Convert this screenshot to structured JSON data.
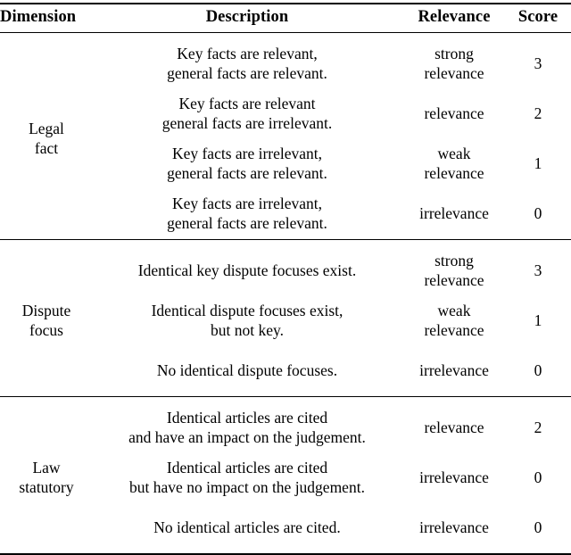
{
  "table": {
    "headers": {
      "dimension": "Dimension",
      "description": "Description",
      "relevance": "Relevance",
      "score": "Score"
    },
    "sections": [
      {
        "dimension": "Legal\nfact",
        "rows": [
          {
            "description": "Key facts are relevant,\ngeneral facts are relevant.",
            "relevance": "strong\nrelevance",
            "score": "3"
          },
          {
            "description": "Key facts are relevant\ngeneral facts are irrelevant.",
            "relevance": "relevance",
            "score": "2"
          },
          {
            "description": "Key facts are irrelevant,\ngeneral facts are relevant.",
            "relevance": "weak\nrelevance",
            "score": "1"
          },
          {
            "description": "Key facts are irrelevant,\ngeneral facts are relevant.",
            "relevance": "irrelevance",
            "score": "0"
          }
        ]
      },
      {
        "dimension": "Dispute\nfocus",
        "rows": [
          {
            "description": "Identical key dispute focuses exist.",
            "relevance": "strong\nrelevance",
            "score": "3"
          },
          {
            "description": "Identical dispute focuses exist,\nbut not key.",
            "relevance": "weak\nrelevance",
            "score": "1"
          },
          {
            "description": "No identical dispute focuses.",
            "relevance": "irrelevance",
            "score": "0"
          }
        ]
      },
      {
        "dimension": "Law\nstatutory",
        "rows": [
          {
            "description": "Identical articles are cited\nand have an impact on the judgement.",
            "relevance": "relevance",
            "score": "2"
          },
          {
            "description": "Identical articles are cited\nbut have no impact on the judgement.",
            "relevance": "irrelevance",
            "score": "0"
          },
          {
            "description": "No identical articles are cited.",
            "relevance": "irrelevance",
            "score": "0"
          }
        ]
      }
    ]
  },
  "style": {
    "text_color": "#000000",
    "background_color": "#ffffff",
    "rule_color": "#000000"
  }
}
